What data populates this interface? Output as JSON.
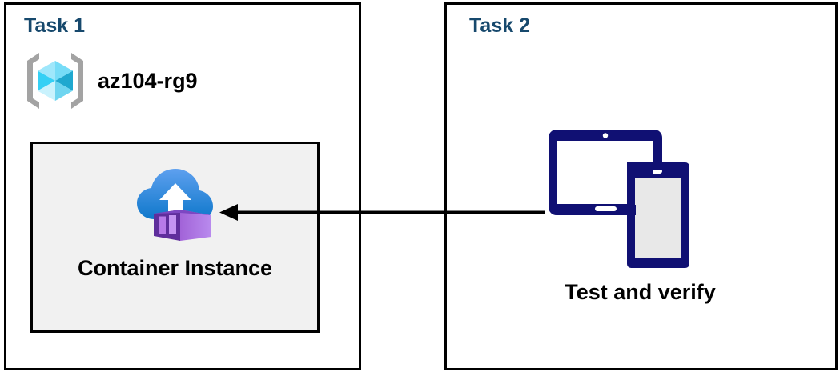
{
  "diagram": {
    "background": "#ffffff",
    "panels": [
      {
        "id": "task1",
        "label": "Task 1",
        "label_color": "#17496D",
        "border_color": "#000000",
        "resource_group": {
          "name": "az104-rg9",
          "icon": "azure-resource-group-icon",
          "icon_colors": {
            "bracket": "#a3a3a3",
            "cube_light": "#9fe7fb",
            "cube_mid": "#34d0f5",
            "cube_dark": "#1fa8cf",
            "cube_pale": "#c9f2fd"
          }
        },
        "resource": {
          "label": "Container Instance",
          "icon": "azure-container-instance-icon",
          "box_fill": "#f1f1f1",
          "box_border": "#000000",
          "icon_colors": {
            "cloud_top": "#5ea0ef",
            "cloud_bottom": "#0f7ccd",
            "arrow": "#ffffff",
            "container_light": "#b77ae8",
            "container_mid": "#a263d8",
            "container_dark": "#5f2e9c"
          }
        }
      },
      {
        "id": "task2",
        "label": "Task 2",
        "label_color": "#17496D",
        "border_color": "#000000",
        "resource": {
          "label": "Test and verify",
          "icon": "devices-tablet-phone-icon",
          "icon_colors": {
            "device_body": "#101073",
            "tablet_screen": "#ffffff",
            "phone_screen": "#e8e8e8"
          }
        }
      }
    ],
    "connector": {
      "name": "flow-arrow",
      "direction": "right-to-left",
      "from": "Test and verify",
      "to": "Container Instance",
      "color": "#000000"
    }
  }
}
